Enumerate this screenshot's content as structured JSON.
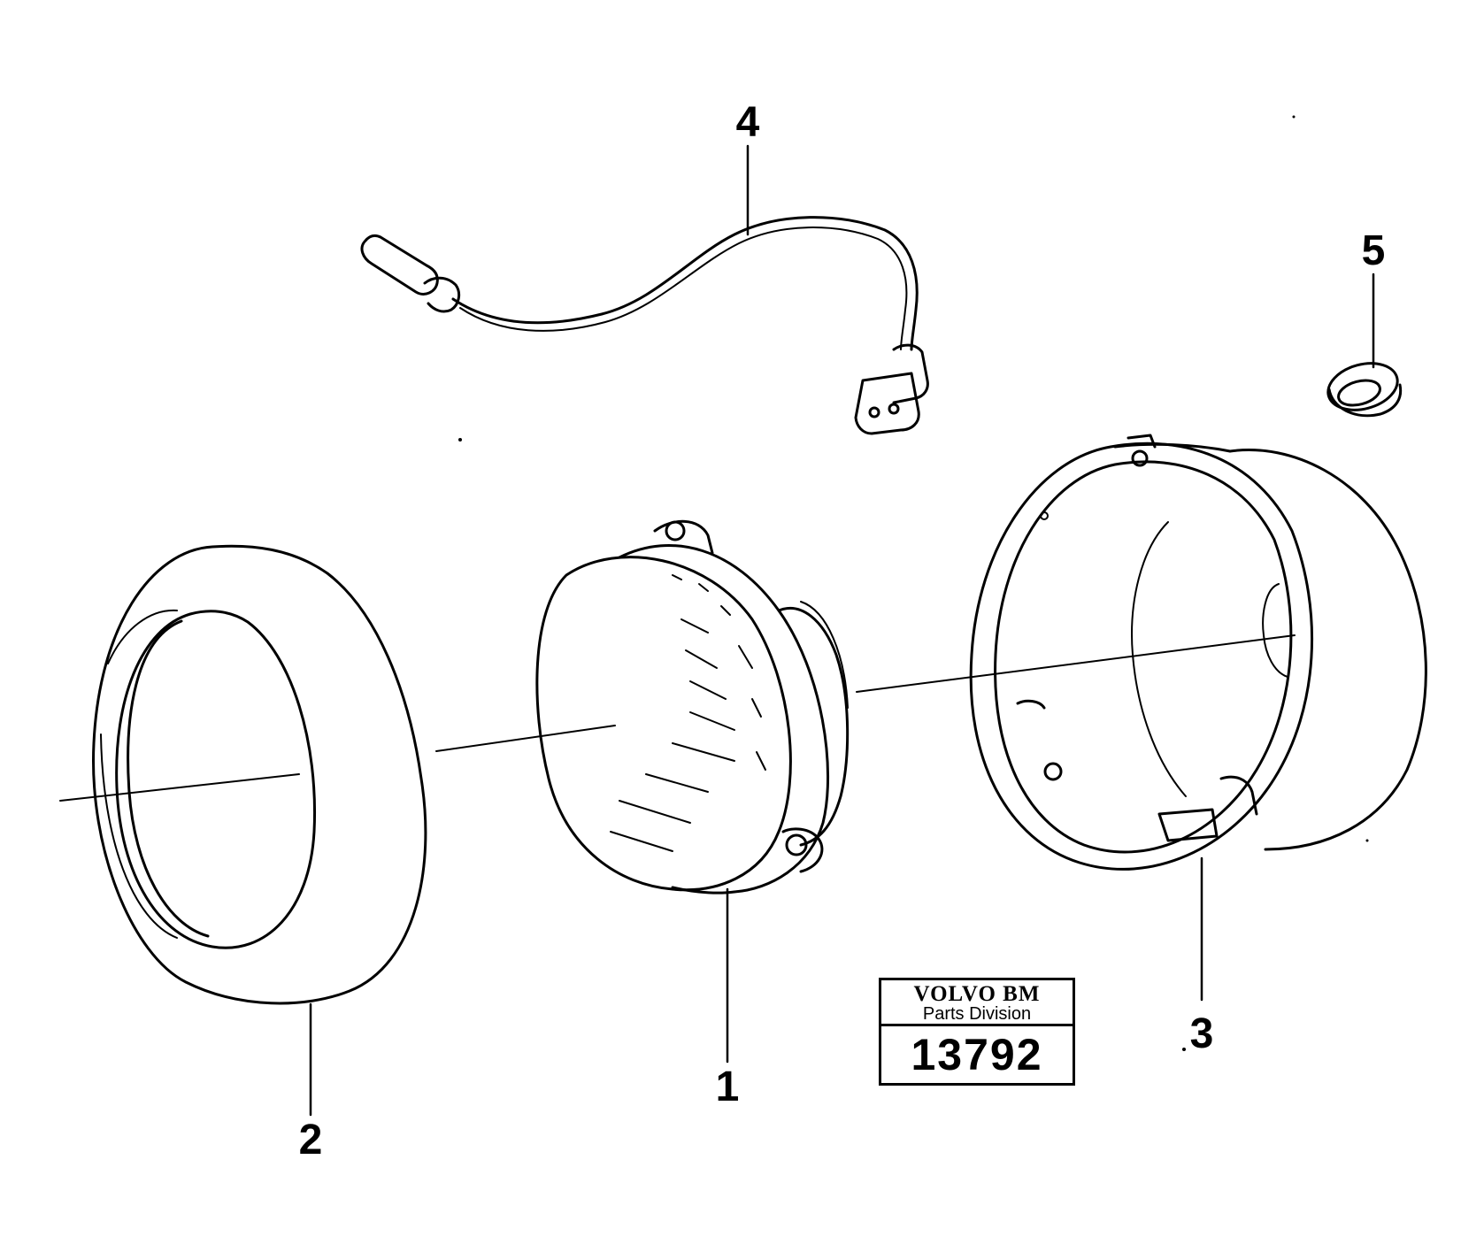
{
  "callouts": [
    {
      "id": "1",
      "label": "1",
      "part": "headlight-insert"
    },
    {
      "id": "2",
      "label": "2",
      "part": "rim"
    },
    {
      "id": "3",
      "label": "3",
      "part": "headlight-housing"
    },
    {
      "id": "4",
      "label": "4",
      "part": "cable-harness"
    },
    {
      "id": "5",
      "label": "5",
      "part": "grommet"
    }
  ],
  "title_block": {
    "brand": "VOLVO BM",
    "division": "Parts Division",
    "drawing_number": "13792"
  },
  "colors": {
    "line": "#000000",
    "background": "#ffffff"
  }
}
